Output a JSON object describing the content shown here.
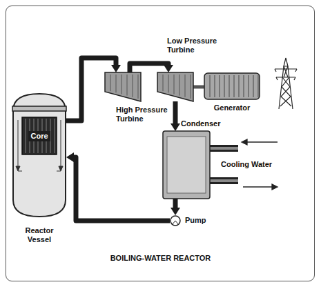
{
  "diagram": {
    "title": "BOILING-WATER REACTOR",
    "nodes": [
      {
        "text": [
          "Reactor Vessel"
        ]
      },
      {
        "text": [
          "Core"
        ],
        "in": 0
      },
      {
        "text": [
          "High Pressure Turbine"
        ]
      },
      {
        "text": [
          "Low Pressure Turbine"
        ]
      },
      {
        "text": [
          "Generator"
        ]
      },
      {
        "text": [
          "Condenser"
        ]
      },
      {
        "text": [
          "Pump"
        ]
      }
    ],
    "edges": [
      {
        "from": 0,
        "to": 2,
        "arrow": "to"
      },
      {
        "from": 2,
        "to": 3,
        "arrow": "to"
      },
      {
        "from": 3,
        "to": 5,
        "arrow": "to"
      },
      {
        "from": 5,
        "to": 6,
        "arrow": "to"
      },
      {
        "from": 6,
        "to": 0,
        "arrow": "to"
      },
      {
        "from": 3,
        "to": 4,
        "arrow": "none"
      }
    ],
    "labels": [
      "Cooling Water"
    ]
  }
}
